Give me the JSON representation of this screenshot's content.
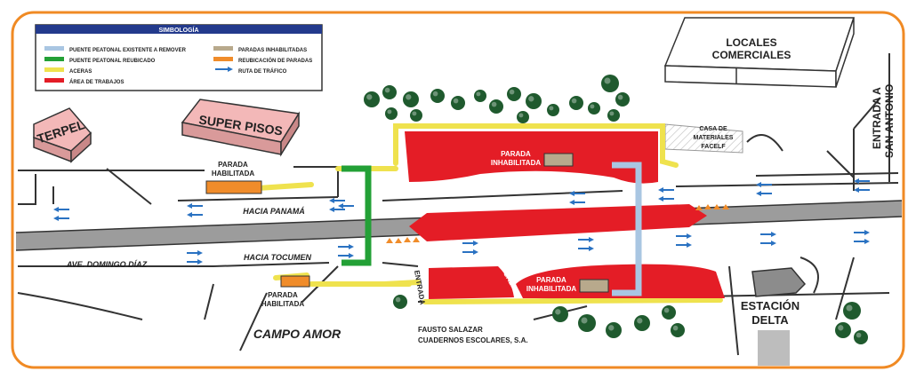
{
  "legend": {
    "title": "SIMBOLOGÍA",
    "items": [
      {
        "key": "puente_existente",
        "label": "PUENTE PEATONAL EXISTENTE A REMOVER",
        "color": "#a9c6e2"
      },
      {
        "key": "puente_reubicado",
        "label": "PUENTE PEATONAL REUBICADO",
        "color": "#23a036"
      },
      {
        "key": "aceras",
        "label": "ACERAS",
        "color": "#efe24e"
      },
      {
        "key": "area_trabajos",
        "label": "ÁREA DE TRABAJOS",
        "color": "#e41d26"
      },
      {
        "key": "paradas_inhabilitadas",
        "label": "PARADAS INHABILITADAS",
        "color": "#b8a98c"
      },
      {
        "key": "reubicacion_paradas",
        "label": "REUBICACIÓN DE PARADAS",
        "color": "#f08c2a"
      },
      {
        "key": "ruta_trafico",
        "label": "RUTA DE TRÁFICO",
        "color": "#2a72c2"
      }
    ]
  },
  "labels": {
    "terpel": "TERPEL",
    "super_pisos": "SUPER PISOS",
    "locales_1": "LOCALES",
    "locales_2": "COMERCIALES",
    "entrada_san_antonio_1": "ENTRADA A",
    "entrada_san_antonio_2": "SAN ANTONIO",
    "casa_materiales_1": "CASA DE",
    "casa_materiales_2": "MATERIALES",
    "casa_materiales_3": "FACELF",
    "parada_habilitada_1": "PARADA",
    "parada_habilitada_2": "HABILITADA",
    "parada_inhabilitada_1": "PARADA",
    "parada_inhabilitada_2": "INHABILITADA",
    "hacia_panama": "HACIA PANAMÁ",
    "hacia_tocumen": "HACIA TOCUMEN",
    "ave_domingo_diaz": "AVE. DOMINGO DÍAZ",
    "campo_amor": "CAMPO AMOR",
    "entrada": "ENTRADA",
    "salida": "SALIDA",
    "fausto_1": "FAUSTO SALAZAR",
    "fausto_2": "CUADERNOS ESCOLARES, S.A.",
    "estacion_1": "ESTACIÓN",
    "estacion_2": "DELTA"
  },
  "colors": {
    "frame": "#f08a24",
    "road": "#9c9c9c",
    "work": "#e41d26",
    "sidewalk": "#efe24e",
    "bridge_old": "#a9c6e2",
    "bridge_new": "#23a036",
    "stop_off": "#b8a98c",
    "stop_new": "#f08c2a",
    "arrow": "#2a72c2",
    "tree": "#1f5a2e",
    "legend_header": "#233a8c",
    "building_pink": "#f3b8b8"
  }
}
